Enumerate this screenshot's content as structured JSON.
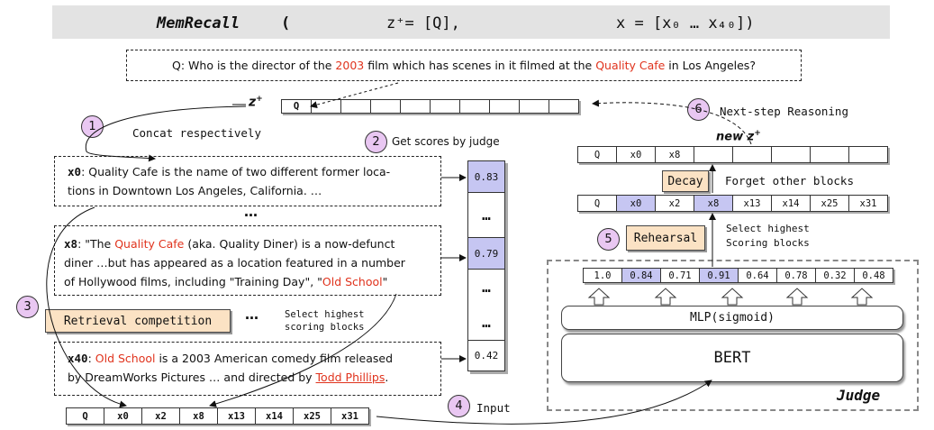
{
  "title": {
    "name": "MemRecall",
    "paren_open": "(",
    "zplus": "z⁺= [Q],",
    "x": "x = [x₀ … x₄₀])"
  },
  "question": {
    "prefix": "Q: Who is the director of the ",
    "year": "2003",
    "mid": " film which has scenes in it filmed at the ",
    "place": "Quality Cafe",
    "suffix": " in Los Angeles?"
  },
  "zplus_label": "z",
  "zplus_sup": "+",
  "zplus_cells": [
    "Q",
    "",
    "",
    "",
    "",
    "",
    "",
    "",
    "",
    ""
  ],
  "steps": {
    "s1": {
      "num": "1",
      "text": "Concat respectively"
    },
    "s2": {
      "num": "2",
      "text": "Get scores by judge"
    },
    "s3": {
      "num": "3",
      "tag": "Retrieval competition"
    },
    "s4": {
      "num": "4",
      "text": "Input"
    },
    "s5": {
      "num": "5",
      "tag": "Rehearsal",
      "text1": "Select highest",
      "text2": "Scoring blocks"
    },
    "s6": {
      "num": "6",
      "text": "Next-step Reasoning"
    }
  },
  "blocks": {
    "x0": {
      "label": "x0",
      "text_a": ": Quality Cafe is the name of two different former loca-",
      "text_b": "tions in Downtown Los Angeles, California. …"
    },
    "x8": {
      "label": "x8",
      "l1_pre": ": \"The ",
      "l1_red": "Quality Cafe",
      "l1_post": " (aka. Quality Diner) is a now-defunct",
      "l2": "diner …but has appeared as a location featured in a number",
      "l3_pre": "of Hollywood films, including \"Training Day\", \"",
      "l3_red": "Old School",
      "l3_post": "\""
    },
    "x40": {
      "label": "x40",
      "l1_pre": ": ",
      "l1_red": "Old School",
      "l1_post": " is a 2003 American comedy film released",
      "l2_pre": "by DreamWorks Pictures … and directed by ",
      "l2_red": "Todd Phillips",
      "l2_post": "."
    },
    "ellipsis": "…",
    "select_note1": "Select highest",
    "select_note2": "scoring blocks"
  },
  "scores_col": [
    "0.83",
    "…",
    "0.79",
    "…",
    "…",
    "0.42"
  ],
  "bottom_seq": [
    "Q",
    "x0",
    "x2",
    "x8",
    "x13",
    "x14",
    "x25",
    "x31"
  ],
  "judge": {
    "label": "Judge",
    "scores": [
      "1.0",
      "0.84",
      "0.71",
      "0.91",
      "0.64",
      "0.78",
      "0.32",
      "0.48"
    ],
    "mlp": "MLP(sigmoid)",
    "bert": "BERT"
  },
  "right": {
    "mid_seq": [
      "Q",
      "x0",
      "x2",
      "x8",
      "x13",
      "x14",
      "x25",
      "x31"
    ],
    "decay_tag": "Decay",
    "forget_text": "Forget other blocks",
    "new_z_label": "new z",
    "new_z_sup": "+",
    "top_seq": [
      "Q",
      "x0",
      "x8",
      "",
      "",
      "",
      "",
      ""
    ]
  },
  "colors": {
    "red": "#e0331d",
    "highlight": "#c6c6f2",
    "tag_bg": "#fbe2c4",
    "circle": "#e9c7f2"
  }
}
